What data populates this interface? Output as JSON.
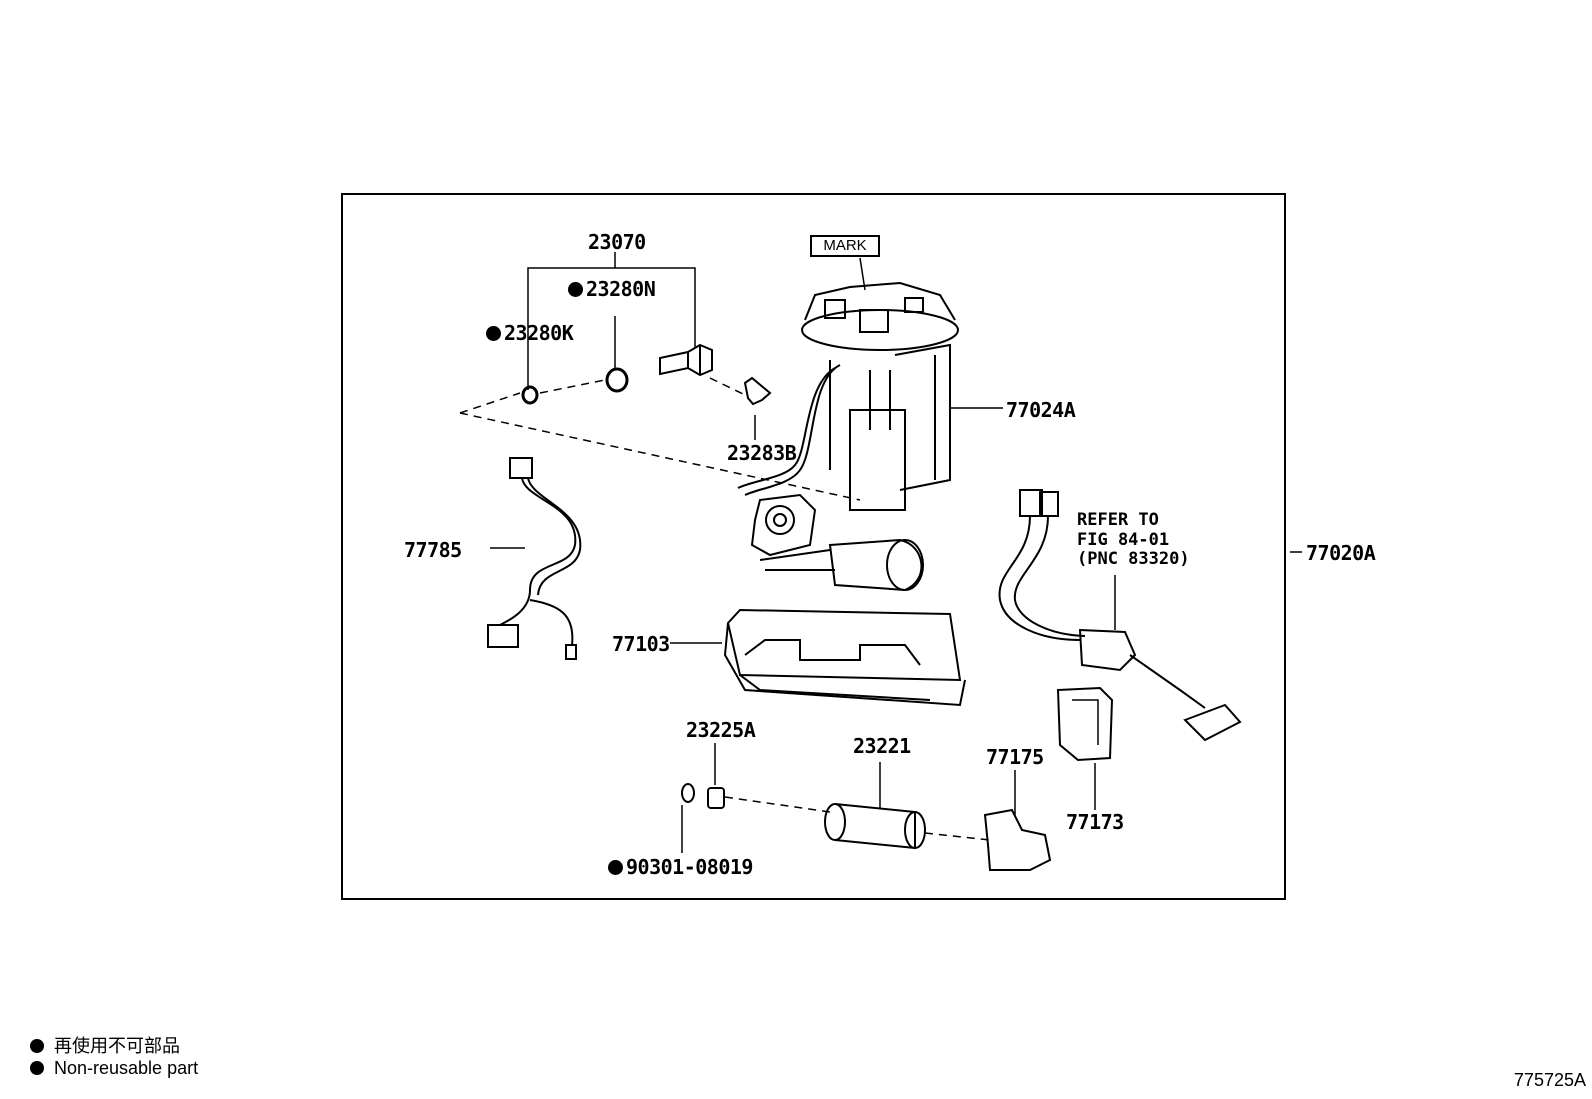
{
  "diagram": {
    "mark_label": "MARK",
    "refer_note": [
      "REFER TO",
      "FIG 84-01",
      "(PNC 83320)"
    ],
    "parts": [
      {
        "id": "p23070",
        "code": "23070",
        "non_reusable": false
      },
      {
        "id": "p23280N",
        "code": "23280N",
        "non_reusable": true
      },
      {
        "id": "p23280K",
        "code": "23280K",
        "non_reusable": true
      },
      {
        "id": "p23283B",
        "code": "23283B",
        "non_reusable": false
      },
      {
        "id": "p77024A",
        "code": "77024A",
        "non_reusable": false
      },
      {
        "id": "p77785",
        "code": "77785",
        "non_reusable": false
      },
      {
        "id": "p77020A",
        "code": "77020A",
        "non_reusable": false
      },
      {
        "id": "p77103",
        "code": "77103",
        "non_reusable": false
      },
      {
        "id": "p23225A",
        "code": "23225A",
        "non_reusable": false
      },
      {
        "id": "p23221",
        "code": "23221",
        "non_reusable": false
      },
      {
        "id": "p77175",
        "code": "77175",
        "non_reusable": false
      },
      {
        "id": "p77173",
        "code": "77173",
        "non_reusable": false
      },
      {
        "id": "p90301",
        "code": "90301-08019",
        "non_reusable": true
      }
    ]
  },
  "legend": {
    "line_jp": "再使用不可部品",
    "line_en": "Non-reusable part"
  },
  "figure_id": "775725A"
}
